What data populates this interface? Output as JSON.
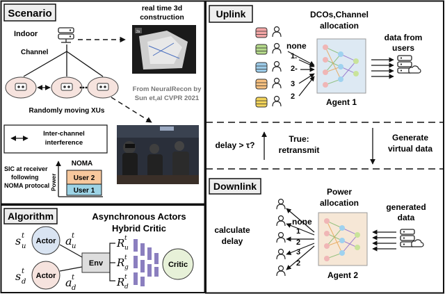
{
  "colors": {
    "border": "#111111",
    "panel_title_fill": "#eeeeee",
    "agent_fill": "#dde9f3",
    "agent2_fill": "#f6e7d6",
    "user1": "#9dd3e5",
    "user2": "#f7c89d",
    "actor_fill": "#d9e4f2",
    "env_fill": "#dddddd",
    "critic_fill": "#e7f1d8",
    "bar_fill": "#8b7fbf",
    "server_colors": [
      "#f4a6a6",
      "#b4d98a",
      "#9ccbe8",
      "#f7c07f",
      "#f2d35a"
    ]
  },
  "scenario": {
    "title": "Scenario",
    "indoor": "Indoor",
    "recon_title_1": "real time 3d",
    "recon_title_2": "construction",
    "channel": "Channel",
    "randomly_moving": "Randomly moving XUs",
    "credit_1": "From NeuralRecon by",
    "credit_2": "Sun et,al CVPR 2021",
    "legend_1": "Inter-channel",
    "legend_2": "interference",
    "noma": "NOMA",
    "power_label": "Power",
    "user2": "User 2",
    "user1": "User 1",
    "sic_1": "SIC at receiver",
    "sic_2": "following",
    "sic_3": "NOMA protocal",
    "recon_badge": "2s"
  },
  "algorithm": {
    "title": "Algorithm",
    "heading_1": "Asynchronous Actors",
    "heading_2": "Hybrid Critic",
    "actor": "Actor",
    "env": "Env",
    "critic": "Critic",
    "s_sym": "s",
    "a_sym": "a",
    "r_sym": "R",
    "sup_t": "t",
    "sub_u": "u",
    "sub_d": "d",
    "sub_g": "g"
  },
  "uplink": {
    "title": "Uplink",
    "heading_1": "DCOs,Channel",
    "heading_2": "allocation",
    "labels": [
      "none",
      "1.",
      "2-",
      "3",
      "2"
    ],
    "data_from_1": "data from",
    "data_from_2": "users",
    "agent": "Agent 1"
  },
  "middle": {
    "condition": "delay > τ?",
    "true_1": "True:",
    "true_2": "retransmit",
    "generate_1": "Generate",
    "generate_2": "virtual data"
  },
  "downlink": {
    "title": "Downlink",
    "heading_1": "Power",
    "heading_2": "allocation",
    "calculate_1": "calculate",
    "calculate_2": "delay",
    "labels": [
      "none",
      "1",
      "2",
      "3",
      "2"
    ],
    "generated_1": "generated",
    "generated_2": "data",
    "agent": "Agent 2"
  }
}
